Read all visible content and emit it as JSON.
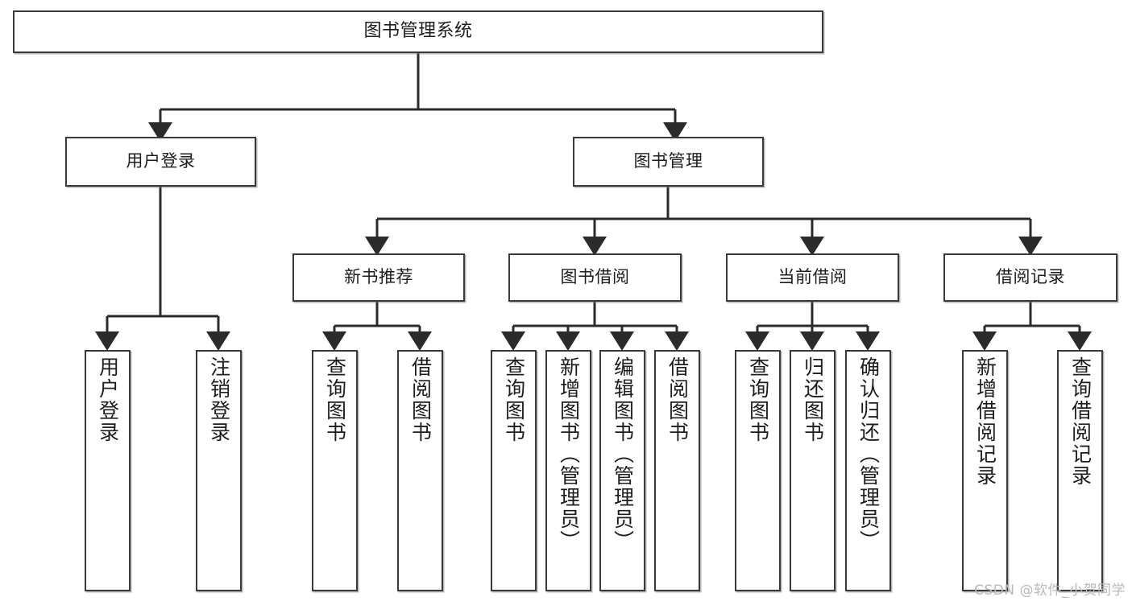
{
  "diagram": {
    "title": "图书管理系统",
    "watermark": "CSDN @软件_小贺同学",
    "colors": {
      "box_border": "#3a3a3a",
      "box_fill": "#ffffff",
      "connector": "#2b2b2b",
      "text": "#1d1d1d",
      "watermark": "#b9b9b9"
    },
    "root": {
      "label": "图书管理系统"
    },
    "level2": [
      {
        "label": "用户登录"
      },
      {
        "label": "图书管理"
      }
    ],
    "level3": [
      {
        "label": "新书推荐"
      },
      {
        "label": "图书借阅"
      },
      {
        "label": "当前借阅"
      },
      {
        "label": "借阅记录"
      }
    ],
    "leaves": {
      "user_login": [
        {
          "label": "用户登录"
        },
        {
          "label": "注销登录"
        }
      ],
      "new_book": [
        {
          "label": "查询图书"
        },
        {
          "label": "借阅图书"
        }
      ],
      "book_borrow": [
        {
          "label": "查询图书"
        },
        {
          "label": "新增图书（管理员）"
        },
        {
          "label": "编辑图书（管理员）"
        },
        {
          "label": "借阅图书"
        }
      ],
      "current_borrow": [
        {
          "label": "查询图书"
        },
        {
          "label": "归还图书"
        },
        {
          "label": "确认归还（管理员）"
        }
      ],
      "borrow_record": [
        {
          "label": "新增借阅记录"
        },
        {
          "label": "查询借阅记录"
        }
      ]
    }
  }
}
